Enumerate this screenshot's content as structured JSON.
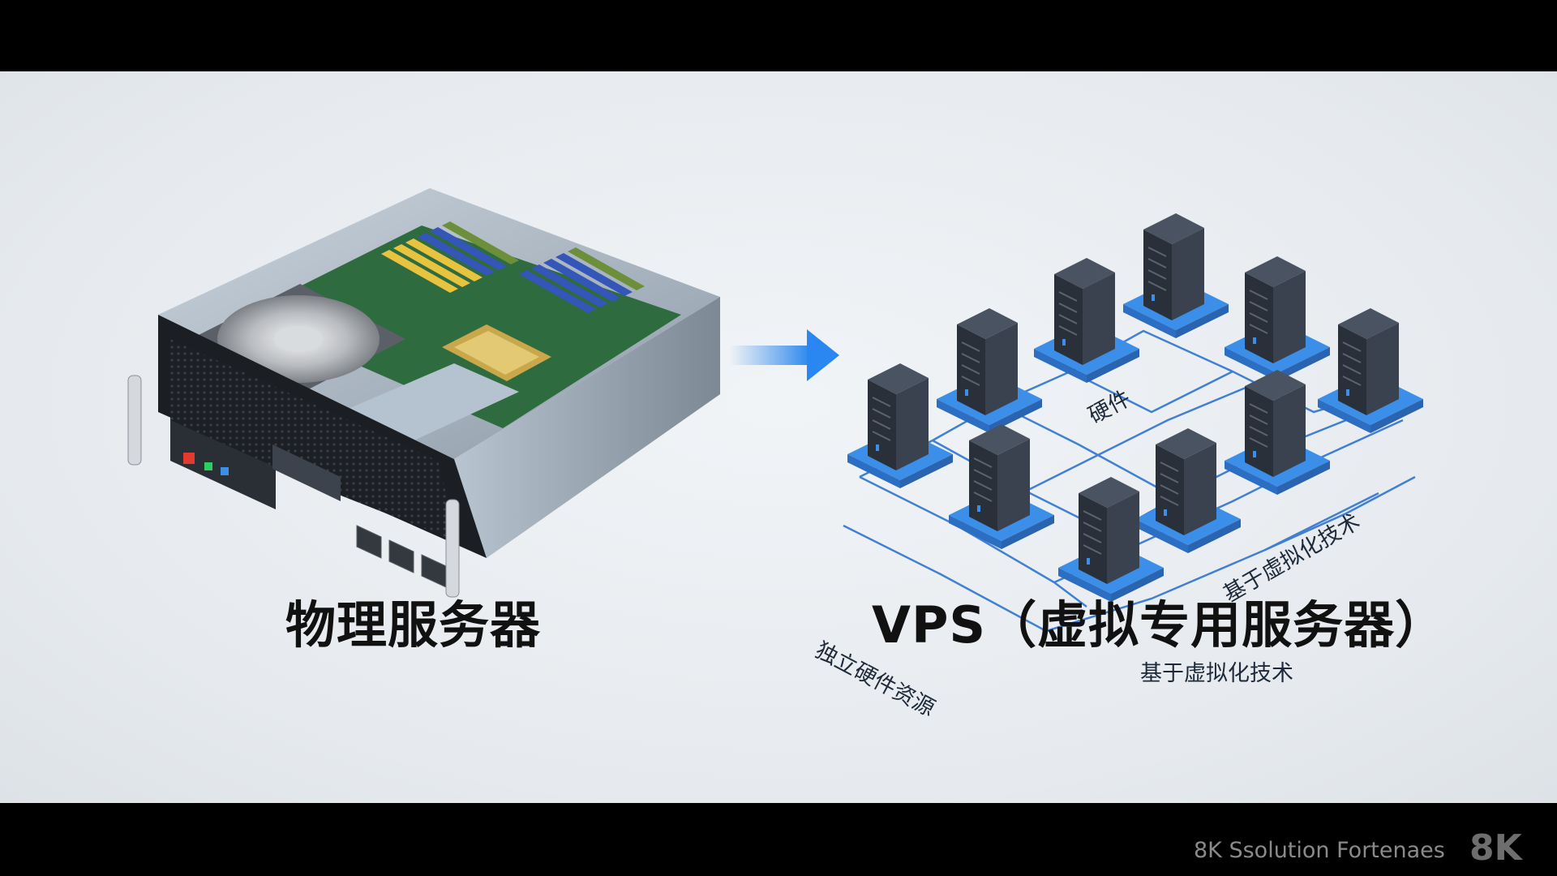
{
  "left_title": "物理服务器",
  "right_title": "VPS（虚拟专用服务器）",
  "diagram_labels": {
    "hardware": "硬件",
    "independent_resources": "独立硬件资源",
    "virtualization_tech_1": "基于虚拟化技术",
    "virtualization_tech_2": "基于虚拟化技术"
  },
  "watermark": {
    "text": "8K Ssolution Fortenaes",
    "badge": "8K"
  },
  "colors": {
    "accent_blue": "#3b8fe8",
    "network_line": "#2f74d0",
    "server_body": "#2f3642",
    "background": "#e9edf1"
  },
  "icons": [
    "rack-server-icon",
    "arrow-right-icon",
    "tower-server-icon"
  ]
}
